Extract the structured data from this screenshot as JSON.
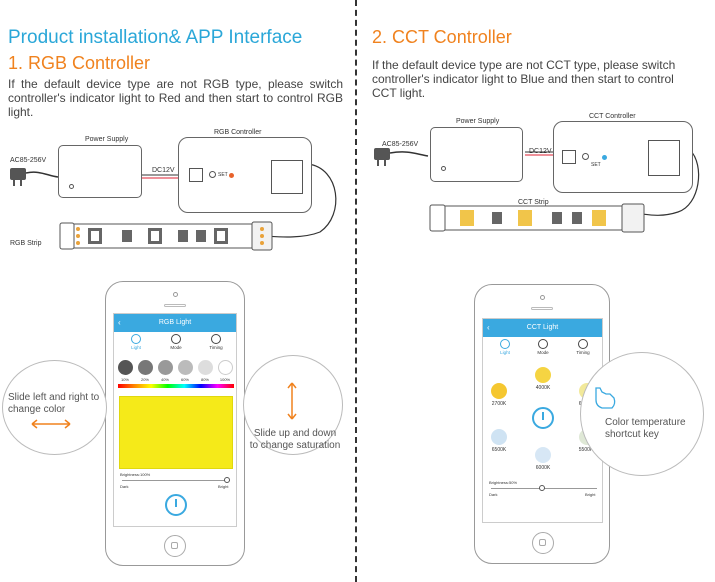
{
  "header": {
    "title": "Product installation& APP Interface"
  },
  "rgb": {
    "heading": "1. RGB Controller",
    "text": "If the default device type are not RGB type, please switch controller's indicator light to Red and then start to control RGB light.",
    "power_supply": "Power Supply",
    "controller": "RGB Controller",
    "ac": "AC85-256V",
    "dc": "DC12V",
    "set": "SET",
    "strip": "RGB Strip",
    "app_title": "RGB Light",
    "tabs": [
      "Light",
      "Mode",
      "Timing"
    ],
    "percents": [
      "10%",
      "20%",
      "40%",
      "60%",
      "80%",
      "100%"
    ],
    "brightness": "Brightness:100%",
    "dark": "Dark",
    "bright": "Bright",
    "callout_left": "Slide left and right to change color",
    "callout_right": "Slide up and down to change saturation",
    "main_color": "#f5ea19"
  },
  "cct": {
    "heading": "2. CCT Controller",
    "text": "If the default device type are not CCT type, please switch controller's indicator light to Blue and then start to control CCT light.",
    "power_supply": "Power Supply",
    "controller": "CCT Controller",
    "ac": "AC85-256V",
    "dc": "DC12V",
    "set": "SET",
    "strip": "CCT Strip",
    "app_title": "CCT Light",
    "tabs": [
      "Light",
      "Mode",
      "Timing"
    ],
    "temps": [
      "4000K",
      "2700K",
      "6500K",
      "6500K",
      "5500K",
      "6000K"
    ],
    "brightness": "Brightness:50%",
    "dark": "Dark",
    "bright": "Bright",
    "callout": "Color temperature shortcut key"
  }
}
